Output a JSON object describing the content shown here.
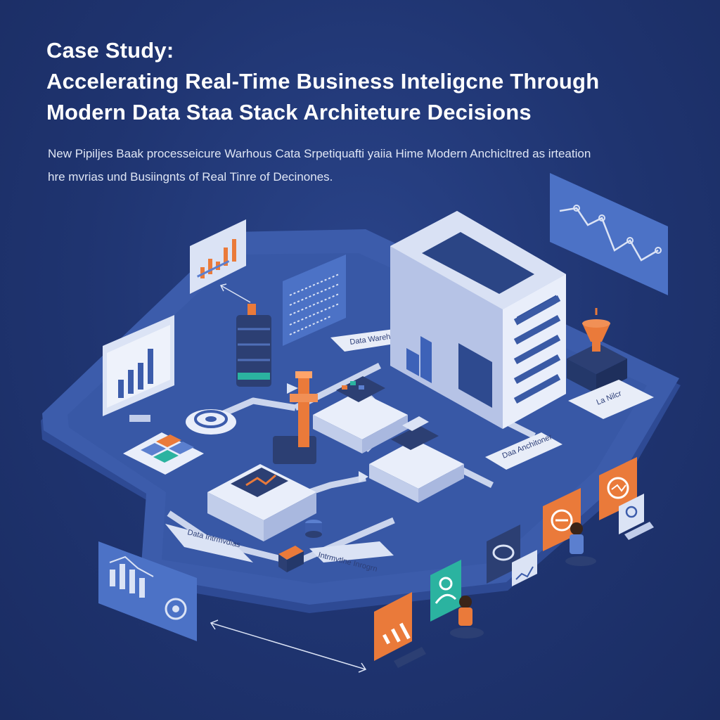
{
  "header": {
    "title_line1": "Case Study:",
    "title_line2": "Accelerating Real-Time Business Inteligcne Through",
    "title_line3": "Modern Data Staa Stack Architeture Decisions",
    "subtitle_line1": "New Pipiljes Baak processeicure Warhous Cata Srpetiquafti yaiia Hime Modern Anchicltred as irteation",
    "subtitle_line2": "hre mvrias und Busiingnts of Real Tinre of Decinones."
  },
  "scene": {
    "labels": {
      "top_label": "Data Warehou",
      "right_label": "La Nilcr",
      "center_right_label": "Daa Anchitoner",
      "bottom_left_label": "Data Intrmvdias",
      "bottom_mid_label": "Intrmvtlne Inrogrn"
    },
    "icons": [
      "bar-chart-icon",
      "line-chart-icon",
      "database-icon",
      "server-icon",
      "funnel-icon",
      "grid-icon",
      "person-icon",
      "gauge-icon",
      "chat-icon"
    ],
    "colors": {
      "background": "#1f3470",
      "platform": "#3b5ba8",
      "accent_orange": "#ea7a3a",
      "accent_teal": "#2bb3a0",
      "panel_light": "#dbe3f5"
    }
  }
}
